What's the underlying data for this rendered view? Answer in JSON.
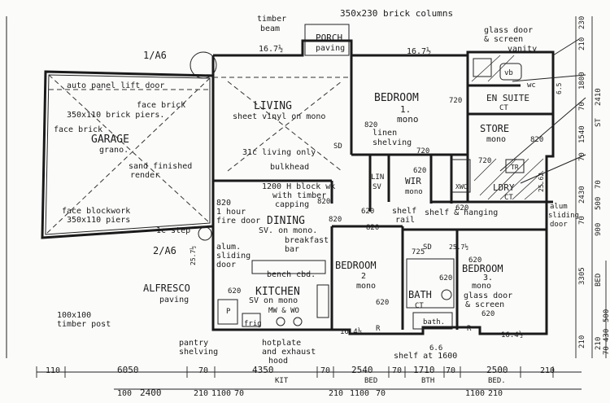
{
  "plan": {
    "notes": {
      "columns": "350x230 brick columns",
      "timber_beam": [
        "timber",
        "beam"
      ],
      "ref_top": "1/A6",
      "ref_mid": "2/A6",
      "glass_door": [
        "glass door",
        "& screen"
      ],
      "vanity": "vanity",
      "auto_door": "auto panel lift door",
      "face_brick": "face brick",
      "brick_piers": "350x110 brick piers.",
      "face_brick2": "face brick",
      "sand_render": [
        "sand finished",
        "render"
      ],
      "blockwork": [
        "face blockwork",
        "350x110 piers"
      ],
      "step": "1c step",
      "living_floor": "sheet vinyl on mono",
      "living_only": "31c living only",
      "bulkhead": "bulkhead",
      "block_wall": [
        "1200 H block wk",
        "with timber",
        "capping"
      ],
      "fire_door": [
        "820",
        "1 hour",
        "fire door"
      ],
      "alum_door": [
        "alum.",
        "sliding",
        "door"
      ],
      "dining_floor": "SV. on mono.",
      "breakfast_bar": [
        "breakfast",
        "bar"
      ],
      "bench": "bench cbd.",
      "kitchen_floor": "SV on mono",
      "mw_wo": "MW & WO",
      "fridge": "frig",
      "pantry": [
        "pantry",
        "shelving"
      ],
      "hotplate": [
        "hotplate",
        "and exhaust",
        "hood"
      ],
      "timber_post": [
        "100x100",
        "timber post"
      ],
      "alfresco_floor": "paving",
      "linen": [
        "linen",
        "shelving"
      ],
      "shelf_rail": [
        "shelf",
        "rail"
      ],
      "shelf_hanging": "shelf & hanging",
      "alum_sliding": [
        "alum",
        "sliding",
        "door"
      ],
      "bed3_floor": [
        "mono",
        "glass door",
        "& screen"
      ],
      "shelf_1600": "shelf at 1600",
      "bath_label": "bath."
    },
    "rooms": {
      "porch": "PORCH",
      "porch_floor": "paving",
      "bedroom1": "BEDROOM",
      "bedroom1_num": "1.",
      "bedroom1_floor": "mono",
      "ensuite": "EN SUITE",
      "ensuite_ct": "CT",
      "store": "STORE",
      "store_floor": "mono",
      "living": "LIVING",
      "garage": "GARAGE",
      "garage_floor": "grano.",
      "dining": "DINING",
      "kitchen": "KITCHEN",
      "alfresco": "ALFRESCO",
      "lin": "LIN",
      "lin_sv": "SV",
      "wir": "WIR",
      "wir_floor": "mono",
      "ldry": "LDRY",
      "ldry_ct": "CT",
      "bedroom2": "BEDROOM",
      "bedroom2_num": "2",
      "bedroom2_floor": "mono",
      "bath": "BATH",
      "bath_ct": "CT",
      "bedroom3": "BEDROOM",
      "bedroom3_num": "3."
    },
    "fixtures": {
      "vb": "vb",
      "wc": "wc",
      "xwc": "XWC",
      "tr": "TR",
      "sd1": "SD",
      "sd2": "SD",
      "r1": "R",
      "r2": "R",
      "p": "P"
    },
    "dims": {
      "eave_left": "16.7½",
      "eave_right": "16.7½",
      "eave_bl": "16.4½",
      "eave_br": "16.4½",
      "door_720a": "720",
      "door_720b": "720",
      "door_720c": "720",
      "door_820a": "820",
      "door_820b": "820",
      "door_820c": "820",
      "door_620a": "620",
      "door_620b": "620",
      "door_620c": "620",
      "door_620d": "620",
      "door_620e": "620",
      "door_620f": "620",
      "door_620g": "620",
      "door_820x": "820",
      "door_820y": "820",
      "door_620z": "620",
      "door_725": "725",
      "slope_257a": "25.7½",
      "slope_257b": "25.7½",
      "shelf_66": "6.6",
      "vanity_65": "6.5",
      "dim_2562": "25.62"
    },
    "bottom_dims": {
      "row1": [
        "110",
        "6050",
        "70",
        "4350",
        "70",
        "2540",
        "70",
        "1710",
        "70",
        "2500",
        "210"
      ],
      "row1_labels": [
        "KIT",
        "BED",
        "BTH",
        "BED."
      ],
      "row2": [
        "100",
        "2400",
        "210",
        "1100",
        "70",
        "210",
        "1100",
        "70",
        "1100",
        "210"
      ]
    },
    "right_dims": {
      "col1": [
        "230",
        "210",
        "1800",
        "70",
        "1540",
        "70",
        "2430",
        "70",
        "3305",
        "210"
      ],
      "col2": [
        "2410",
        "ST",
        "70",
        "500",
        "900",
        "BED",
        "210"
      ],
      "col3": [
        "500",
        "430",
        "70"
      ]
    }
  }
}
